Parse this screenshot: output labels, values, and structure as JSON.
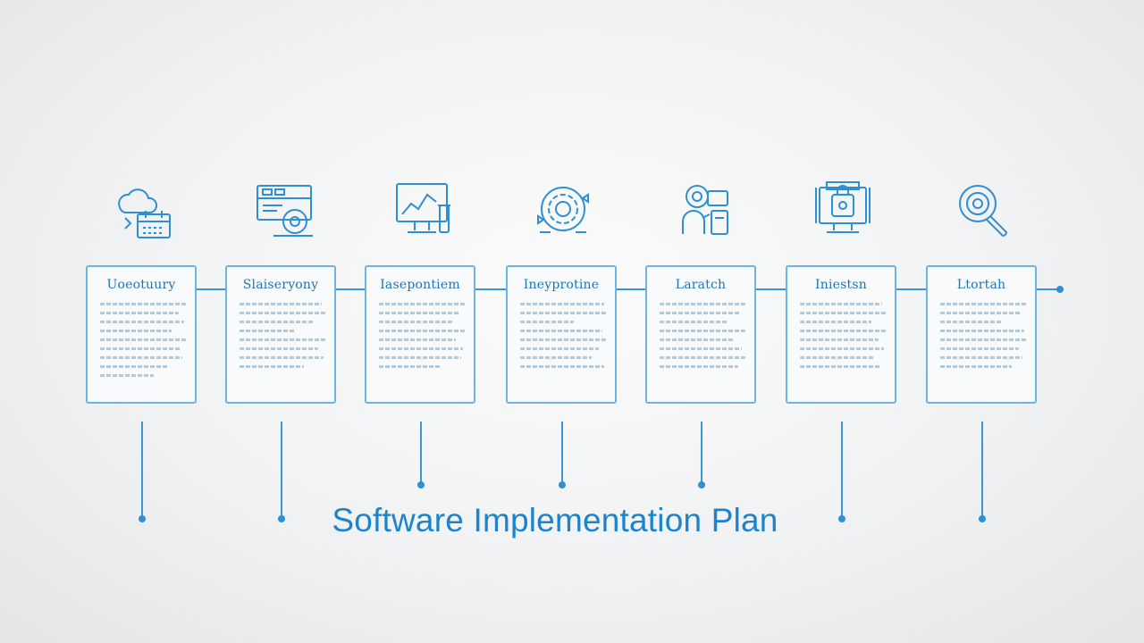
{
  "title": "Software Implementation Plan",
  "colors": {
    "accent": "#1c84cc",
    "line": "#3a97d6",
    "card_border": "#6db3e4"
  },
  "stages": [
    {
      "title": "Uoeotuury",
      "icon": "cloud-calendar-icon"
    },
    {
      "title": "Slaiseryony",
      "icon": "monitor-gear-icon"
    },
    {
      "title": "Iasepontiem",
      "icon": "analytics-monitor-icon"
    },
    {
      "title": "Ineyprotine",
      "icon": "gear-cycle-icon"
    },
    {
      "title": "Laratch",
      "icon": "person-devices-icon"
    },
    {
      "title": "Iniestsn",
      "icon": "secure-computer-icon"
    },
    {
      "title": "Ltortah",
      "icon": "magnifier-icon"
    }
  ]
}
